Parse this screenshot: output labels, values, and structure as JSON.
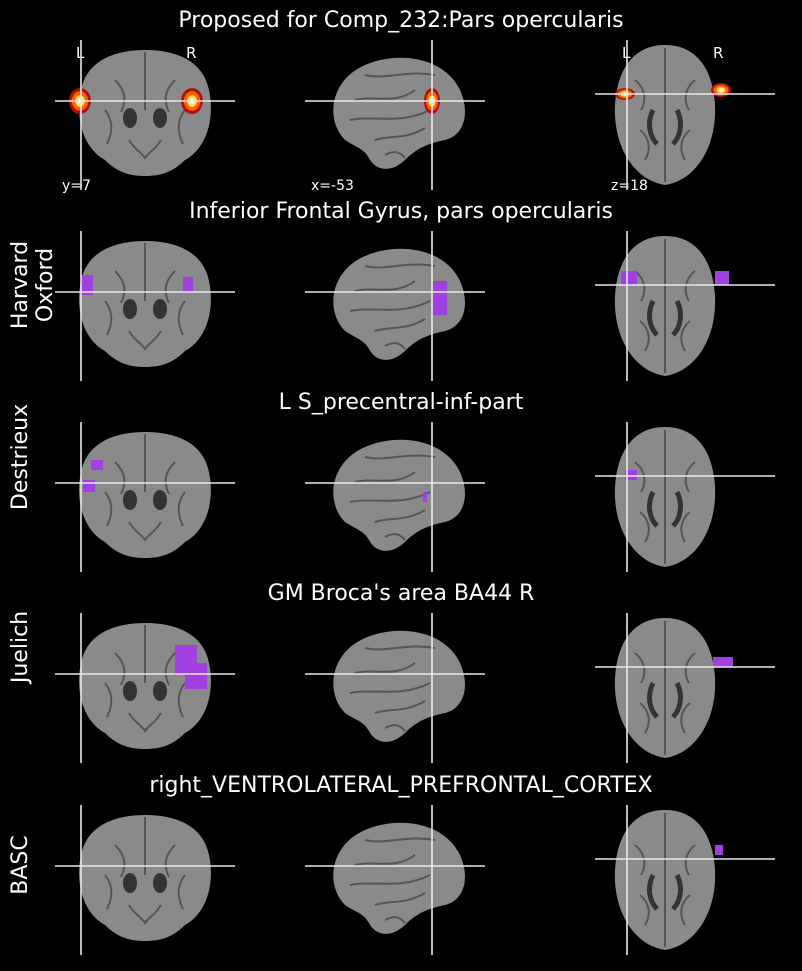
{
  "header": {
    "title": "Proposed for Comp_232:Pars opercularis"
  },
  "orientation": {
    "left": "L",
    "right": "R"
  },
  "coords": {
    "coronal": "y=7",
    "sagittal": "x=-53",
    "axial": "z=18"
  },
  "atlases": [
    {
      "label": "Harvard\nOxford",
      "region": "Inferior Frontal Gyrus, pars opercularis"
    },
    {
      "label": "Destrieux",
      "region": "L S_precentral-inf-part"
    },
    {
      "label": "Juelich",
      "region": "GM Broca's area BA44 R"
    },
    {
      "label": "BASC",
      "region": "right_VENTROLATERAL_PREFRONTAL_CORTEX"
    }
  ],
  "colors": {
    "background": "#000000",
    "overlay": "#a040e0",
    "crosshair": "#e8e8e8",
    "brain": "#8a8a8a"
  }
}
